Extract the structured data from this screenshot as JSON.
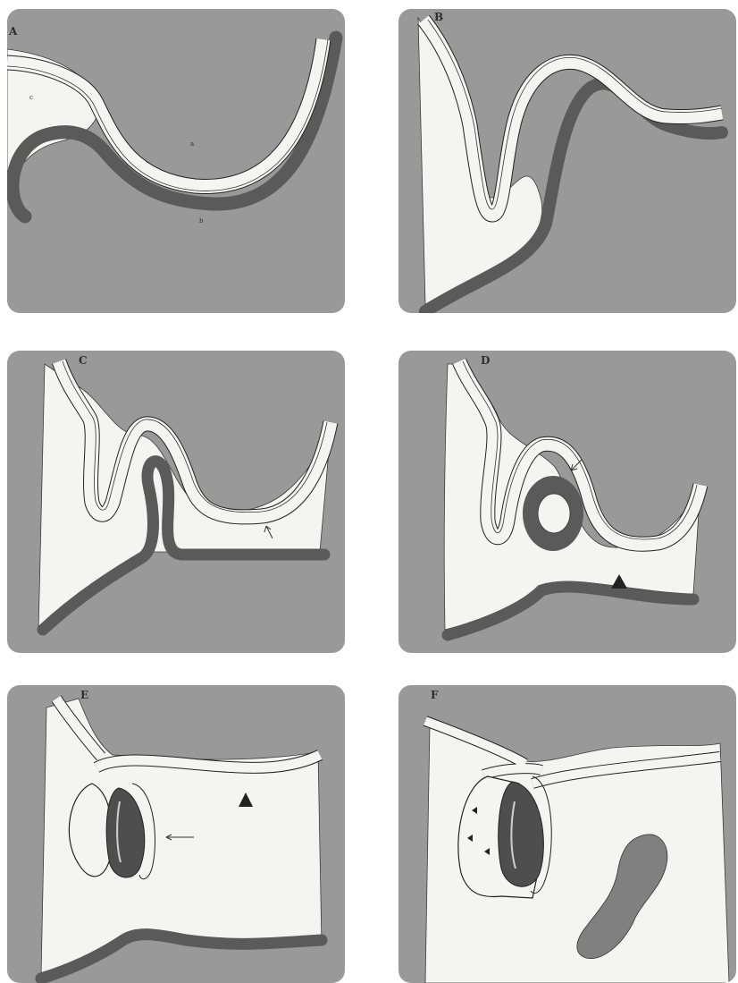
{
  "panels": [
    {
      "label": "A",
      "marks": [
        "c",
        "a",
        "b"
      ]
    },
    {
      "label": "B"
    },
    {
      "label": "C"
    },
    {
      "label": "D"
    },
    {
      "label": "E"
    },
    {
      "label": "F"
    }
  ],
  "colors": {
    "background": "#999999",
    "tissue": "#f3f3f0",
    "dark_layer": "#5a5a5a",
    "outline": "#222222"
  }
}
